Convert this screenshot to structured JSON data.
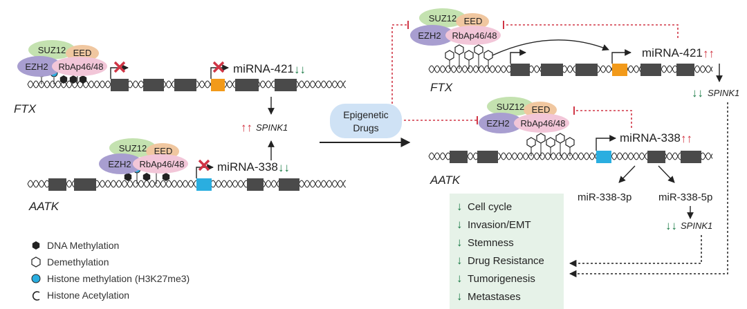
{
  "colors": {
    "suz12": "#c4e2b0",
    "eed": "#f0c7a0",
    "ezh2": "#a89ed0",
    "rbap": "#f2c6d8",
    "exon": "#4a4a4a",
    "mirna421": "#f29a1a",
    "mirna338": "#2aaee0",
    "inhibit": "#d03545",
    "up_arrow": "#d02c3a",
    "down_arrow": "#1a7a45",
    "effects_box": "#e6f2e8",
    "drugs_bubble": "#cfe2f5"
  },
  "complex": {
    "suz12": "SUZ12",
    "eed": "EED",
    "ezh2": "EZH2",
    "rbap": "RbAp46/48"
  },
  "left": {
    "ftx_gene": "FTX",
    "aatk_gene": "AATK",
    "mirna421": "miRNA-421",
    "mirna338": "miRNA-338",
    "spink1": "SPINK1",
    "down_glyph": "↓↓",
    "up_glyph": "↑↑"
  },
  "drugs": {
    "line1": "Epigenetic",
    "line2": "Drugs"
  },
  "right": {
    "ftx_gene": "FTX",
    "aatk_gene": "AATK",
    "mirna421": "miRNA-421",
    "mirna338": "miRNA-338",
    "spink1_top": "SPINK1",
    "spink1_bottom": "SPINK1",
    "mir3p": "miR-338-3p",
    "mir5p": "miR-338-5p",
    "up_glyph": "↑↑",
    "down_glyph": "↓↓"
  },
  "legend": {
    "items": [
      {
        "icon": "dna-methylation-icon",
        "label": "DNA Methylation"
      },
      {
        "icon": "demethylation-icon",
        "label": "Demethylation"
      },
      {
        "icon": "histone-methylation-icon",
        "label": "Histone methylation (H3K27me3)"
      },
      {
        "icon": "histone-acetylation-icon",
        "label": "Histone Acetylation"
      }
    ]
  },
  "effects": {
    "arrow_glyph": "↓",
    "items": [
      "Cell cycle",
      "Invasion/EMT",
      "Stemness",
      "Drug Resistance",
      "Tumorigenesis",
      "Metastases"
    ]
  }
}
